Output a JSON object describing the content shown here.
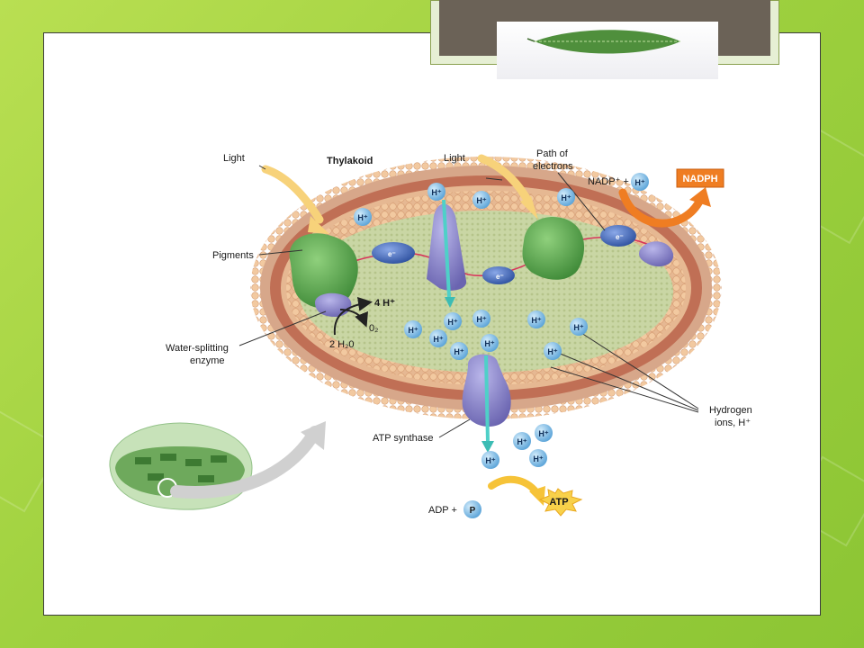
{
  "diagram": {
    "label_light_left": "Light",
    "label_thylakoid": "Thylakoid",
    "label_light_right": "Light",
    "label_path_line1": "Path of",
    "label_path_line2": "electrons",
    "label_nadp": "NADP⁺ +",
    "label_nadph": "NADPH",
    "label_pigments": "Pigments",
    "label_water_line1": "Water-splitting",
    "label_water_line2": "enzyme",
    "label_4h": "4 H⁺",
    "label_o2": "0₂",
    "label_2h2o": "2 H₂0",
    "label_atp_synthase": "ATP synthase",
    "label_hydrogen_line1": "Hydrogen",
    "label_hydrogen_line2": "ions, H⁺",
    "label_adp": "ADP +",
    "label_p": "P",
    "label_atp": "ATP",
    "electron_label": "e⁻",
    "h_ion_label": "H⁺"
  },
  "colors": {
    "membrane_outer": "#e8b98a",
    "membrane_inner": "#c9765a",
    "lumen": "#c8d4a0",
    "pigment_green": "#4f9a45",
    "protein_purple": "#7d78c0",
    "electron_blue": "#3b63b8",
    "h_ion": "#6fb0de",
    "nadph_orange": "#ef7d22",
    "atp_yellow": "#f6c338"
  }
}
